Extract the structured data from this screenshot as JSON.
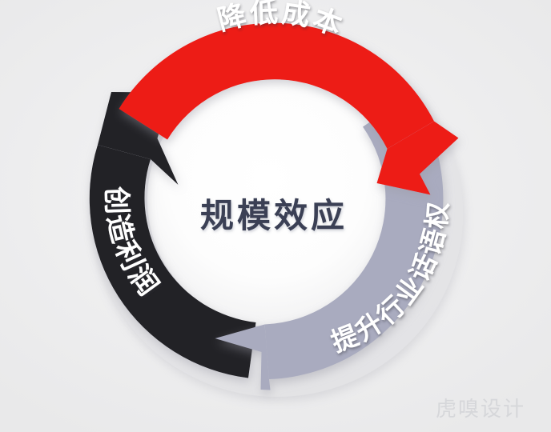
{
  "diagram": {
    "type": "cycle-diagram",
    "title": "规模效应",
    "center": {
      "label": "规模效应",
      "color": "#3b4055"
    },
    "background_color": "#efeff0",
    "segments": [
      {
        "id": "reduce-cost",
        "label": "降低成本",
        "color": "#ed1b16",
        "text_color": "#ffffff",
        "position": "top",
        "order": 1,
        "arrow_direction": "clockwise",
        "start_angle_deg": -150,
        "end_angle_deg": -8
      },
      {
        "id": "industry-voice",
        "label": "提升行业话语权",
        "color": "#a9abbf",
        "text_color": "#ffffff",
        "position": "right",
        "order": 2,
        "arrow_direction": "clockwise",
        "start_angle_deg": -20,
        "end_angle_deg": 104
      },
      {
        "id": "create-profit",
        "label": "创造利润",
        "color": "#202026",
        "text_color": "#ffffff",
        "position": "left",
        "order": 3,
        "arrow_direction": "clockwise",
        "start_angle_deg": 98,
        "end_angle_deg": 242
      }
    ]
  },
  "watermark": {
    "text": "虎嗅设计",
    "color": "#d6d7da"
  }
}
